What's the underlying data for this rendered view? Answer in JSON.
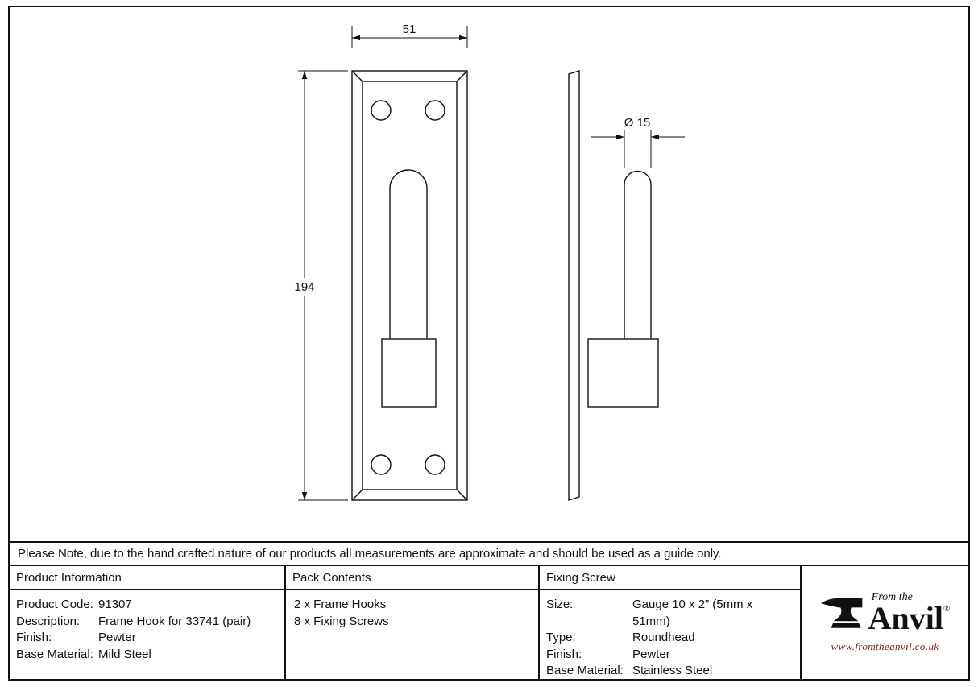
{
  "note": "Please Note, due to the hand crafted nature of our products all measurements are approximate and should be used as a guide only.",
  "drawing": {
    "front_width": "51",
    "front_height": "194",
    "hook_diameter": "Ø 15"
  },
  "table": {
    "product_info": {
      "header": "Product Information",
      "rows": [
        {
          "label": "Product Code:",
          "value": "91307"
        },
        {
          "label": "Description:",
          "value": "Frame Hook for 33741 (pair)"
        },
        {
          "label": "Finish:",
          "value": "Pewter"
        },
        {
          "label": "Base Material:",
          "value": "Mild Steel"
        }
      ]
    },
    "pack_contents": {
      "header": "Pack Contents",
      "items": [
        "2 x Frame Hooks",
        "8 x Fixing Screws"
      ]
    },
    "fixing_screw": {
      "header": "Fixing Screw",
      "rows": [
        {
          "label": "Size:",
          "value": "Gauge 10 x 2” (5mm x 51mm)"
        },
        {
          "label": "Type:",
          "value": "Roundhead"
        },
        {
          "label": "Finish:",
          "value": "Pewter"
        },
        {
          "label": "Base Material:",
          "value": "Stainless Steel"
        }
      ]
    }
  },
  "logo": {
    "tagline": "From the",
    "brand": "Anvil",
    "registered": "®",
    "url": "www.fromtheanvil.co.uk",
    "url_color": "#7a1a1a",
    "line_color": "#111111"
  }
}
